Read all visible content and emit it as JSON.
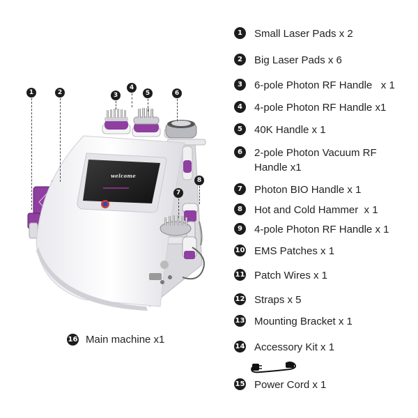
{
  "items": [
    {
      "num": "1",
      "label": "Small Laser Pads x 2"
    },
    {
      "num": "2",
      "label": "Big Laser Pads x 6"
    },
    {
      "num": "3",
      "label": "6-pole Photon RF Handle   x 1"
    },
    {
      "num": "4",
      "label": "4-pole Photon RF Handle x1"
    },
    {
      "num": "5",
      "label": "40K Handle x 1"
    },
    {
      "num": "6",
      "label": "2-pole Photon Vacuum RF Handle x1"
    },
    {
      "num": "7",
      "label": "Photon BIO Handle x 1"
    },
    {
      "num": "8",
      "label": "Hot and Cold Hammer  x 1"
    },
    {
      "num": "9",
      "label": "4-pole Photon RF Handle x 1"
    },
    {
      "num": "10",
      "label": "EMS Patches x 1"
    },
    {
      "num": "11",
      "label": "Patch Wires x 1"
    },
    {
      "num": "12",
      "label": "Straps x 5"
    },
    {
      "num": "13",
      "label": "Mounting Bracket x 1"
    },
    {
      "num": "14",
      "label": "Accessory Kit x 1"
    },
    {
      "num": "15",
      "label": "Power Cord x 1"
    }
  ],
  "main_machine": {
    "num": "16",
    "label": "Main machine  x1"
  },
  "callouts": [
    "1",
    "2",
    "3",
    "4",
    "5",
    "6",
    "7",
    "8"
  ],
  "screen_text": "welcome",
  "colors": {
    "accent": "#7b2d8e",
    "badge": "#1d1d1d",
    "body": "#f3f3f5"
  }
}
